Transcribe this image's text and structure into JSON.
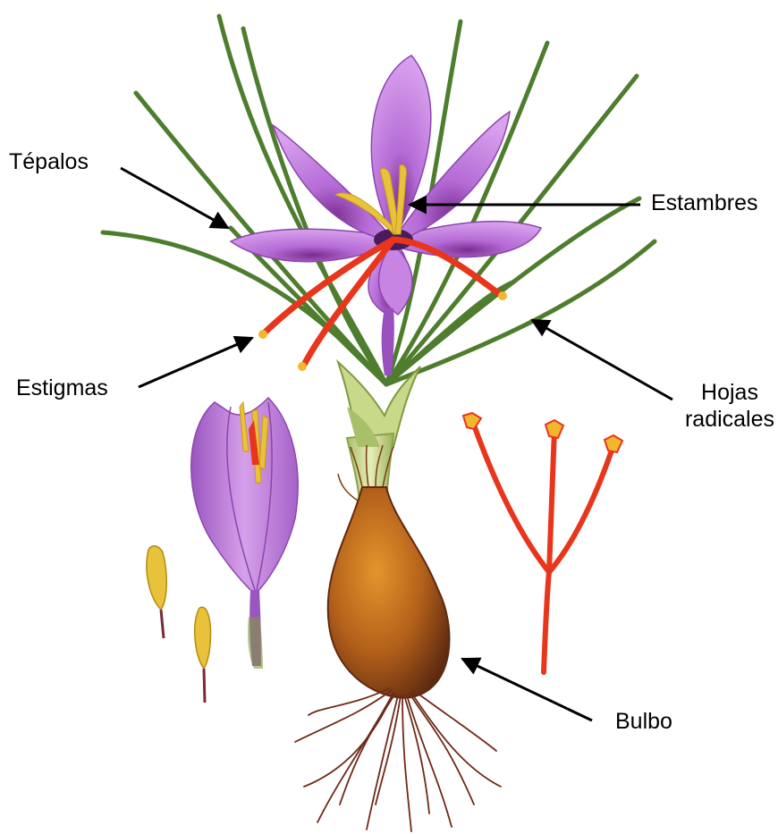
{
  "labels": {
    "tepalos": "Tépalos",
    "estambres": "Estambres",
    "estigmas": "Estigmas",
    "hojas_line1": "Hojas",
    "hojas_line2": "radicales",
    "bulbo": "Bulbo"
  },
  "colors": {
    "petal": "#c77fe0",
    "petal_dark": "#9a4fbf",
    "leaf": "#4e7d2e",
    "stigma": "#e8361c",
    "anther": "#e8c23a",
    "bulb": "#b8661c",
    "root": "#6e2a18",
    "arrow": "#000000"
  },
  "icons": [
    "saffron-crocus-illustration",
    "arrow-icon"
  ]
}
